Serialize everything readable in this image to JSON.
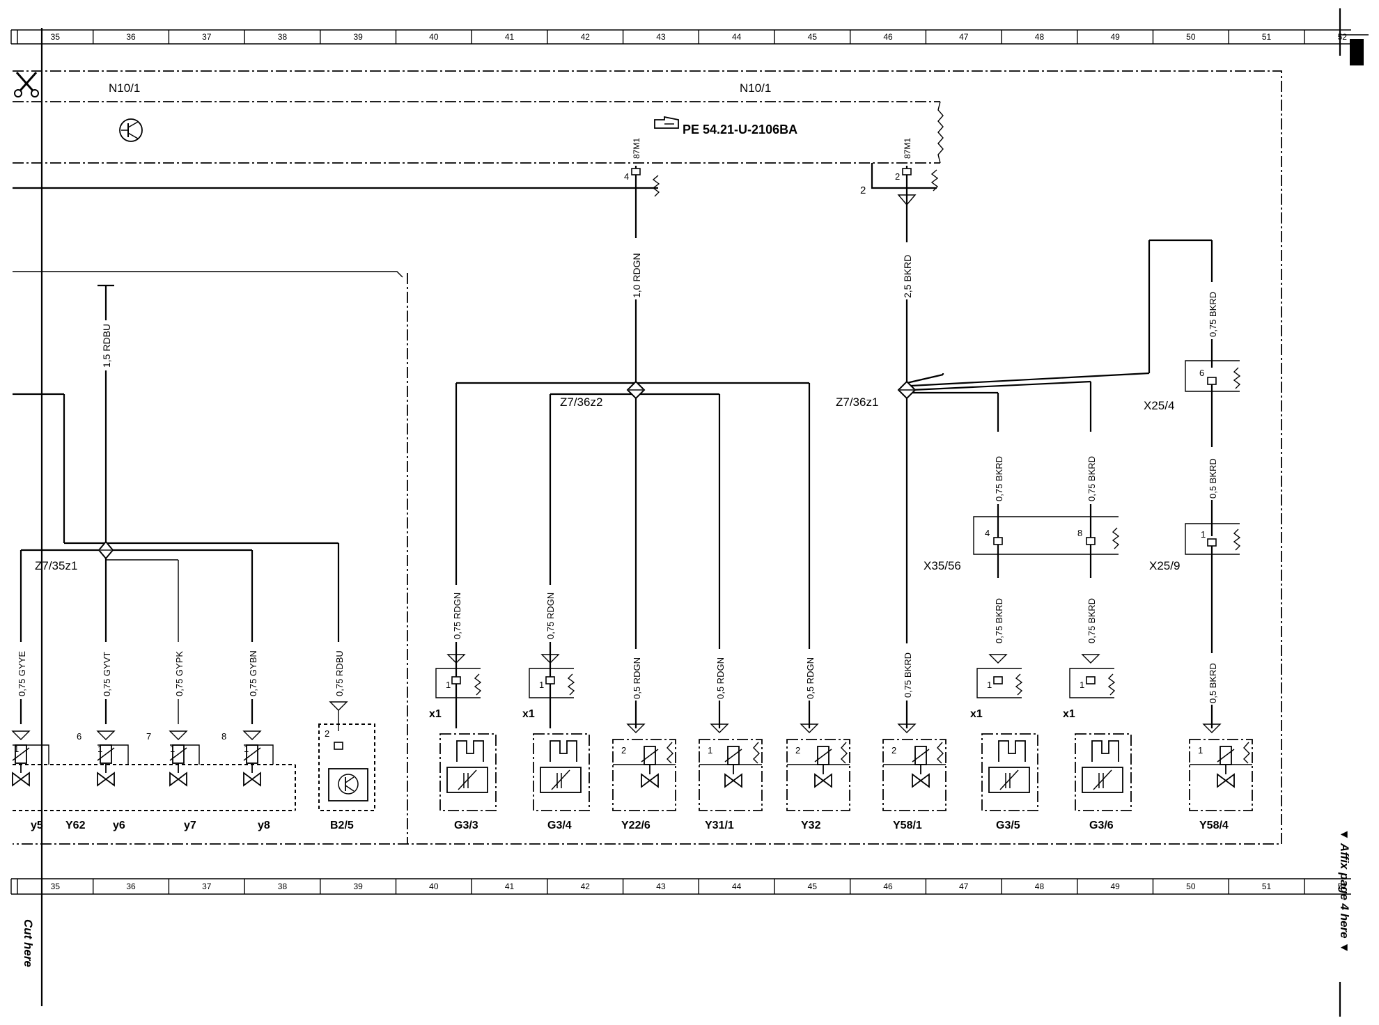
{
  "ruler": {
    "numbers": [
      "35",
      "36",
      "37",
      "38",
      "39",
      "40",
      "41",
      "42",
      "43",
      "44",
      "45",
      "46",
      "47",
      "48",
      "49",
      "50",
      "51",
      "52"
    ]
  },
  "margin": {
    "cut_here": "Cut here",
    "affix": "▼ Affix page 4 here ▼",
    "scissors_icon": "scissors-icon"
  },
  "module": {
    "label_left": "N10/1",
    "label_right": "N10/1",
    "reference": "PE 54.21-U-2106BA",
    "reference_icon": "pointing-hand-icon",
    "pin_87m1_a": "87M1",
    "pin_87m1_b": "87M1",
    "pin4": "4",
    "pin2": "2",
    "pin2_ext": "2"
  },
  "splices": {
    "z7_35z1": "Z7/35z1",
    "z7_36z2": "Z7/36z2",
    "z7_36z1": "Z7/36z1"
  },
  "wires": {
    "w_rdbu_15": "1,5 RDBU",
    "w_rdgn_10": "1,0 RDGN",
    "w_bkrd_25": "2,5 BKRD",
    "w_bkrd_075_top": "0,75 BKRD",
    "w_gyye": "0,75 GYYE",
    "w_gyvt": "0,75 GYVT",
    "w_gypk": "0,75 GYPK",
    "w_gybn": "0,75 GYBN",
    "w_rdbu_075": "0,75 RDBU",
    "w_rdgn_g33": "0,75 RDGN",
    "w_rdgn_g34": "0,75 RDGN",
    "w_rdgn_y226": "0,5 RDGN",
    "w_rdgn_y311": "0,5 RDGN",
    "w_rdgn_y32": "0,5 RDGN",
    "w_bkrd_y581": "0,75 BKRD",
    "w_bkrd_g35_up": "0,75 BKRD",
    "w_bkrd_g36_up": "0,75 BKRD",
    "w_bkrd_g35_dn": "0,75 BKRD",
    "w_bkrd_g36_dn": "0,75 BKRD",
    "w_bkrd_x254": "0,5 BKRD",
    "w_bkrd_y584": "0,5 BKRD"
  },
  "connectors": {
    "x35_56": "X35/56",
    "x35_56_pin_a": "4",
    "x35_56_pin_b": "8",
    "x25_4": "X25/4",
    "x25_4_pin": "6",
    "x25_9": "X25/9",
    "x25_9_pin": "1"
  },
  "pins": {
    "p_y5": "1",
    "p_y62_num": "6",
    "p_y62": "1",
    "p_y7_num": "7",
    "p_y7": "1",
    "p_y8_num": "8",
    "p_y8": "1",
    "p_b25": "2",
    "p_g33": "1",
    "p_g34": "1",
    "p_y226": "2",
    "p_y311": "1",
    "p_y32": "2",
    "p_y581": "2",
    "p_g35": "1",
    "p_g36": "1",
    "p_y584": "1",
    "x1_a": "x1",
    "x1_b": "x1",
    "x1_c": "x1",
    "x1_d": "x1"
  },
  "components": {
    "y5": "y5",
    "y62": "Y62",
    "y6": "y6",
    "y7": "y7",
    "y8": "y8",
    "b25": "B2/5",
    "g33": "G3/3",
    "g34": "G3/4",
    "y226": "Y22/6",
    "y311": "Y31/1",
    "y32": "Y32",
    "y581": "Y58/1",
    "g35": "G3/5",
    "g36": "G3/6",
    "y584": "Y58/4"
  }
}
